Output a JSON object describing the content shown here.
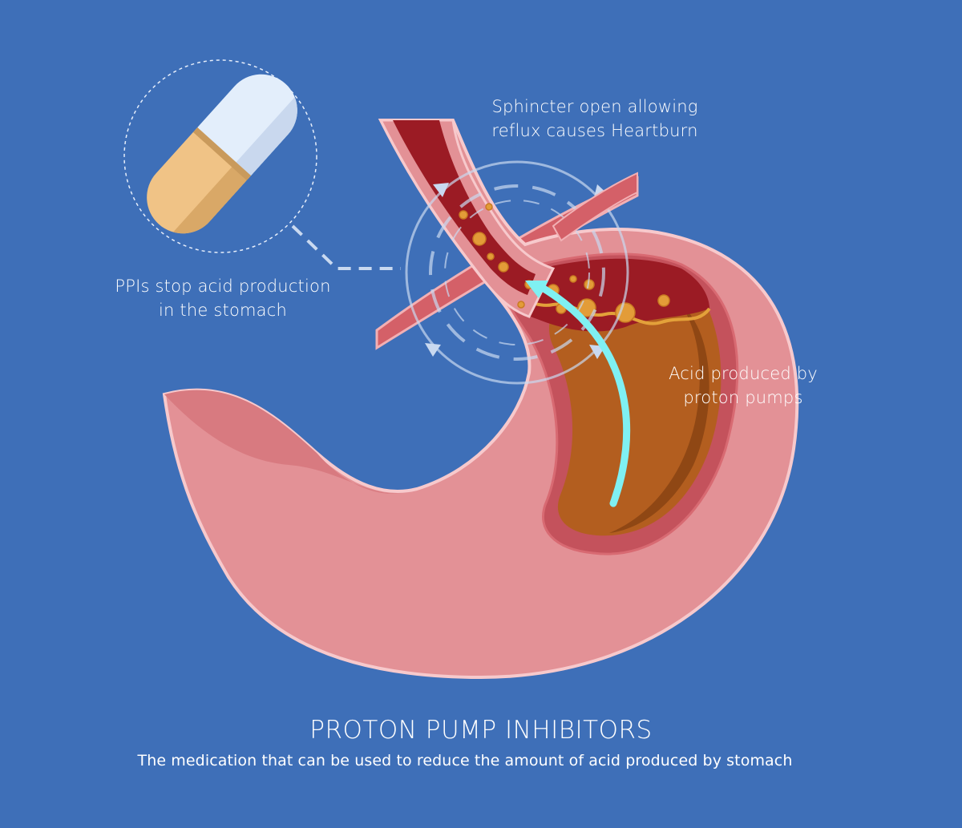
{
  "labels": {
    "sphincter": "Sphincter open allowing\nreflux causes Heartburn",
    "ppi": "PPIs stop acid production\nin the stomach",
    "acid": "Acid produced by\nproton pumps"
  },
  "footer": {
    "title": "PROTON PUMP INHIBITORS",
    "subtitle": "The medication that can be used to reduce the amount of acid  produced by stomach"
  },
  "colors": {
    "background": "#3e6fb8",
    "stomach_wall": "#e39196",
    "acid": "#b35e1f",
    "esophagus_lumen": "#9b1b24",
    "capsule_top": "#e3eefb",
    "capsule_bottom": "#f0c386",
    "arrow": "#7ff0f2"
  },
  "icons": [
    "capsule-icon",
    "reflux-cycle-icon",
    "acid-arrow-icon"
  ]
}
